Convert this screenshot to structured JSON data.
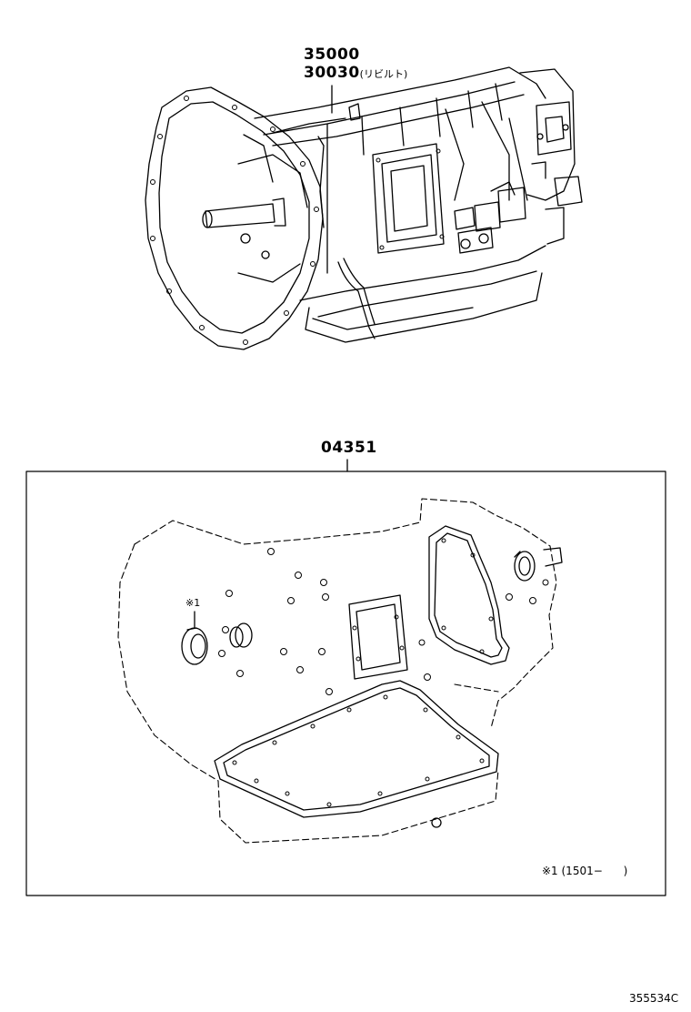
{
  "assembly": {
    "part_number_1": "35000",
    "part_number_2": "30030",
    "part_note": "(リビルト)"
  },
  "gasket_kit": {
    "part_number": "04351",
    "callout_mark": "※1",
    "footnote": "※1 (1501−      )"
  },
  "diagram_id": "355534C"
}
